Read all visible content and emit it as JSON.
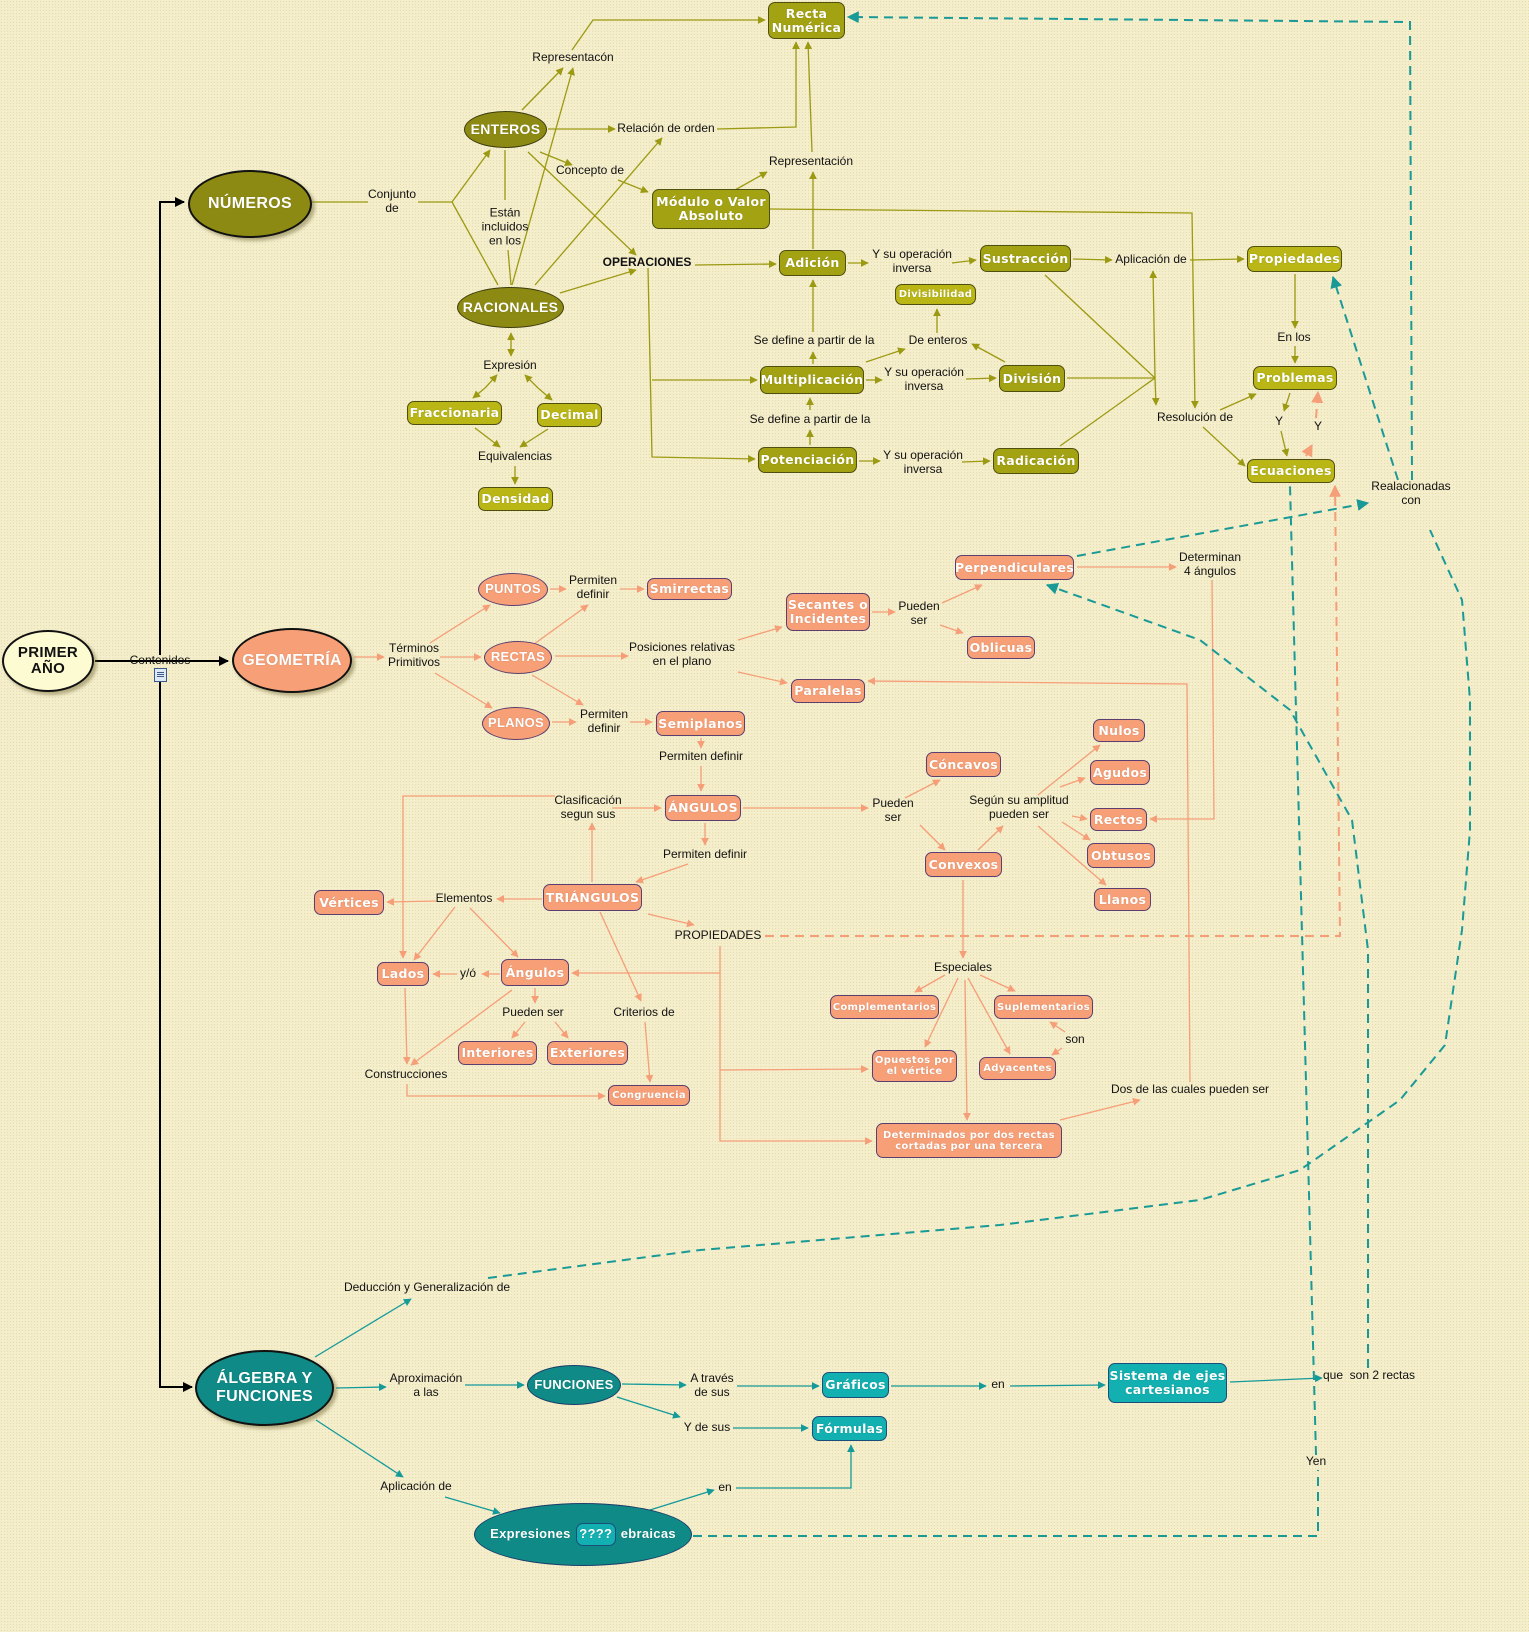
{
  "root": {
    "title": "PRIMER AÑO",
    "contents_label": "Contenidos"
  },
  "numeros": {
    "title": "NÚMEROS",
    "nodes": {
      "recta": "Recta Numérica",
      "enteros": "ENTEROS",
      "racionales": "RACIONALES",
      "modulo": "Módulo o Valor Absoluto",
      "adicion": "Adición",
      "sustraccion": "Sustracción",
      "propiedades": "Propiedades",
      "divisibilidad": "Divisibilidad",
      "multiplicacion": "Multiplicación",
      "division": "División",
      "problemas": "Problemas",
      "ecuaciones": "Ecuaciones",
      "potenciacion": "Potenciación",
      "radicacion": "Radicación",
      "fraccionaria": "Fraccionaria",
      "decimal": "Decimal",
      "densidad": "Densidad"
    },
    "labels": {
      "representacon": "Representacón",
      "relacion": "Relación de orden",
      "concepto": "Concepto de",
      "representacion": "Representación",
      "conjunto": "Conjunto de",
      "incluidos": "Están incluidos en los",
      "operaciones": "OPERACIONES",
      "inversa1": "Y su operación inversa",
      "aplicacion": "Aplicación de",
      "define1": "Se define a partir de la",
      "deenteros": "De enteros",
      "inversa2": "Y su operación inversa",
      "enlos": "En los",
      "resolucion": "Resolución de",
      "y1": "Y",
      "y2": "Y",
      "define2": "Se define a partir de la",
      "inversa3": "Y su operación inversa",
      "expresion": "Expresión",
      "equivalencias": "Equivalencias",
      "relacionadas": "Realacionadas con"
    }
  },
  "geometria": {
    "title": "GEOMETRÍA",
    "nodes": {
      "puntos": "PUNTOS",
      "rectas": "RECTAS",
      "planos": "PLANOS",
      "smirrectas": "Smirrectas",
      "semiplanos": "Semiplanos",
      "secantes": "Secantes o Incidentes",
      "perpendiculares": "Perpendiculares",
      "oblicuas": "Oblicuas",
      "paralelas": "Paralelas",
      "angulos": "ÁNGULOS",
      "concavos": "Cóncavos",
      "convexos": "Convexos",
      "nulos": "Nulos",
      "agudos": "Agudos",
      "rectos": "Rectos",
      "obtusos": "Obtusos",
      "llanos": "Llanos",
      "triangulos": "TRIÁNGULOS",
      "vertices": "Vértices",
      "lados": "Lados",
      "angulos_t": "Ángulos",
      "interiores": "Interiores",
      "exteriores": "Exteriores",
      "congruencia": "Congruencia",
      "complementarios": "Complementarios",
      "suplementarios": "Suplementarios",
      "opuestos": "Opuestos por el vértice",
      "adyacentes": "Adyacentes",
      "determinados": "Determinados por dos rectas cortadas por una tercera"
    },
    "labels": {
      "terminos": "Términos Primitivos",
      "permiten1": "Permiten definir",
      "posiciones": "Posiciones relativas en el plano",
      "pueden1": "Pueden ser",
      "determinan": "Determinan 4 ángulos",
      "permiten2": "Permiten definir",
      "permiten3": "Permiten definir",
      "clasificacion": "Clasificación segun sus",
      "pueden2": "Pueden ser",
      "segun": "Según su amplitud pueden ser",
      "permiten4": "Permiten definir",
      "elementos": "Elementos",
      "propiedades": "PROPIEDADES",
      "especiales": "Especiales",
      "yo": "y/ó",
      "pueden3": "Pueden ser",
      "criterios": "Criterios de",
      "son": "son",
      "construcciones": "Construcciones",
      "dos": "Dos de las cuales pueden ser"
    }
  },
  "algebra": {
    "title": "ÁLGEBRA Y FUNCIONES",
    "nodes": {
      "funciones": "FUNCIONES",
      "graficos": "Gráficos",
      "formulas": "Fórmulas",
      "sistema": "Sistema de ejes cartesianos",
      "expresiones_left": "Expresiones",
      "expresiones_right": "ebraicas",
      "placeholder": "????"
    },
    "labels": {
      "deduccion": "Deducción y Generalización de",
      "aproximacion": "Aproximación a las",
      "atraves": "A través de sus",
      "ydesus": "Y de sus",
      "en1": "en",
      "que": "que  son 2 rectas",
      "yen": "Yen",
      "aplicacion": "Aplicación de",
      "en2": "en"
    }
  },
  "colors": {
    "numeros": "#a3a212",
    "geometria": "#f7a077",
    "algebra": "#12b0b0",
    "root": "#fdfbd2"
  }
}
